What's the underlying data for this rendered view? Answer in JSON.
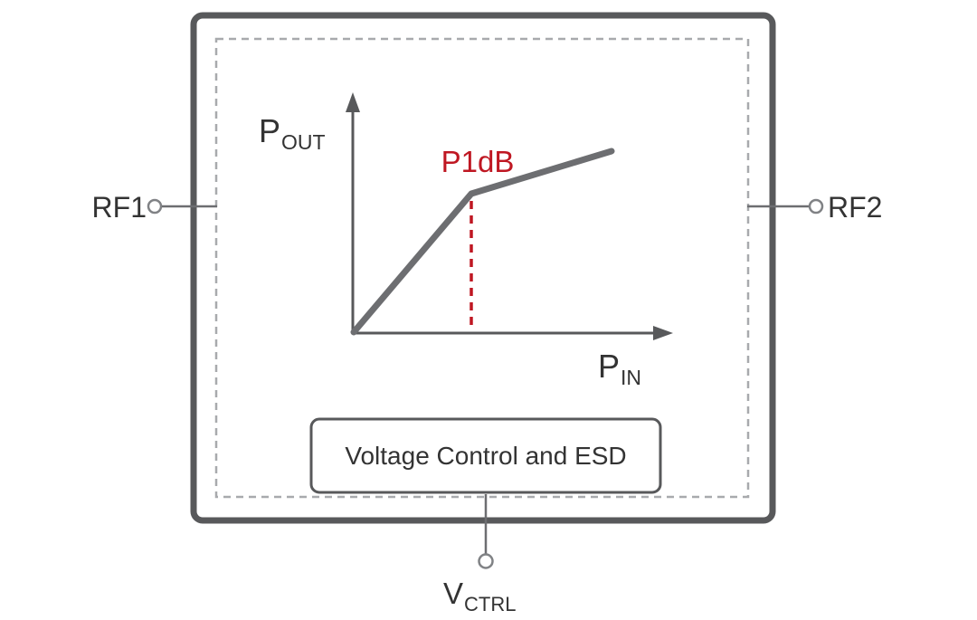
{
  "labels": {
    "rf1": "RF1",
    "rf2": "RF2",
    "pout_main": "P",
    "pout_sub": "OUT",
    "pin_main": "P",
    "pin_sub": "IN",
    "p1db": "P1dB",
    "vctrl_main": "V",
    "vctrl_sub": "CTRL",
    "control_box": "Voltage Control and ESD"
  },
  "colors": {
    "chip_border": "#58595b",
    "dashed_border": "#a8aaad",
    "curve": "#6d6e71",
    "axis": "#58595b",
    "lead_line": "#6d6e71",
    "terminal_stroke": "#808285",
    "accent_red": "#bf1722",
    "text": "#333333",
    "background": "#ffffff"
  }
}
